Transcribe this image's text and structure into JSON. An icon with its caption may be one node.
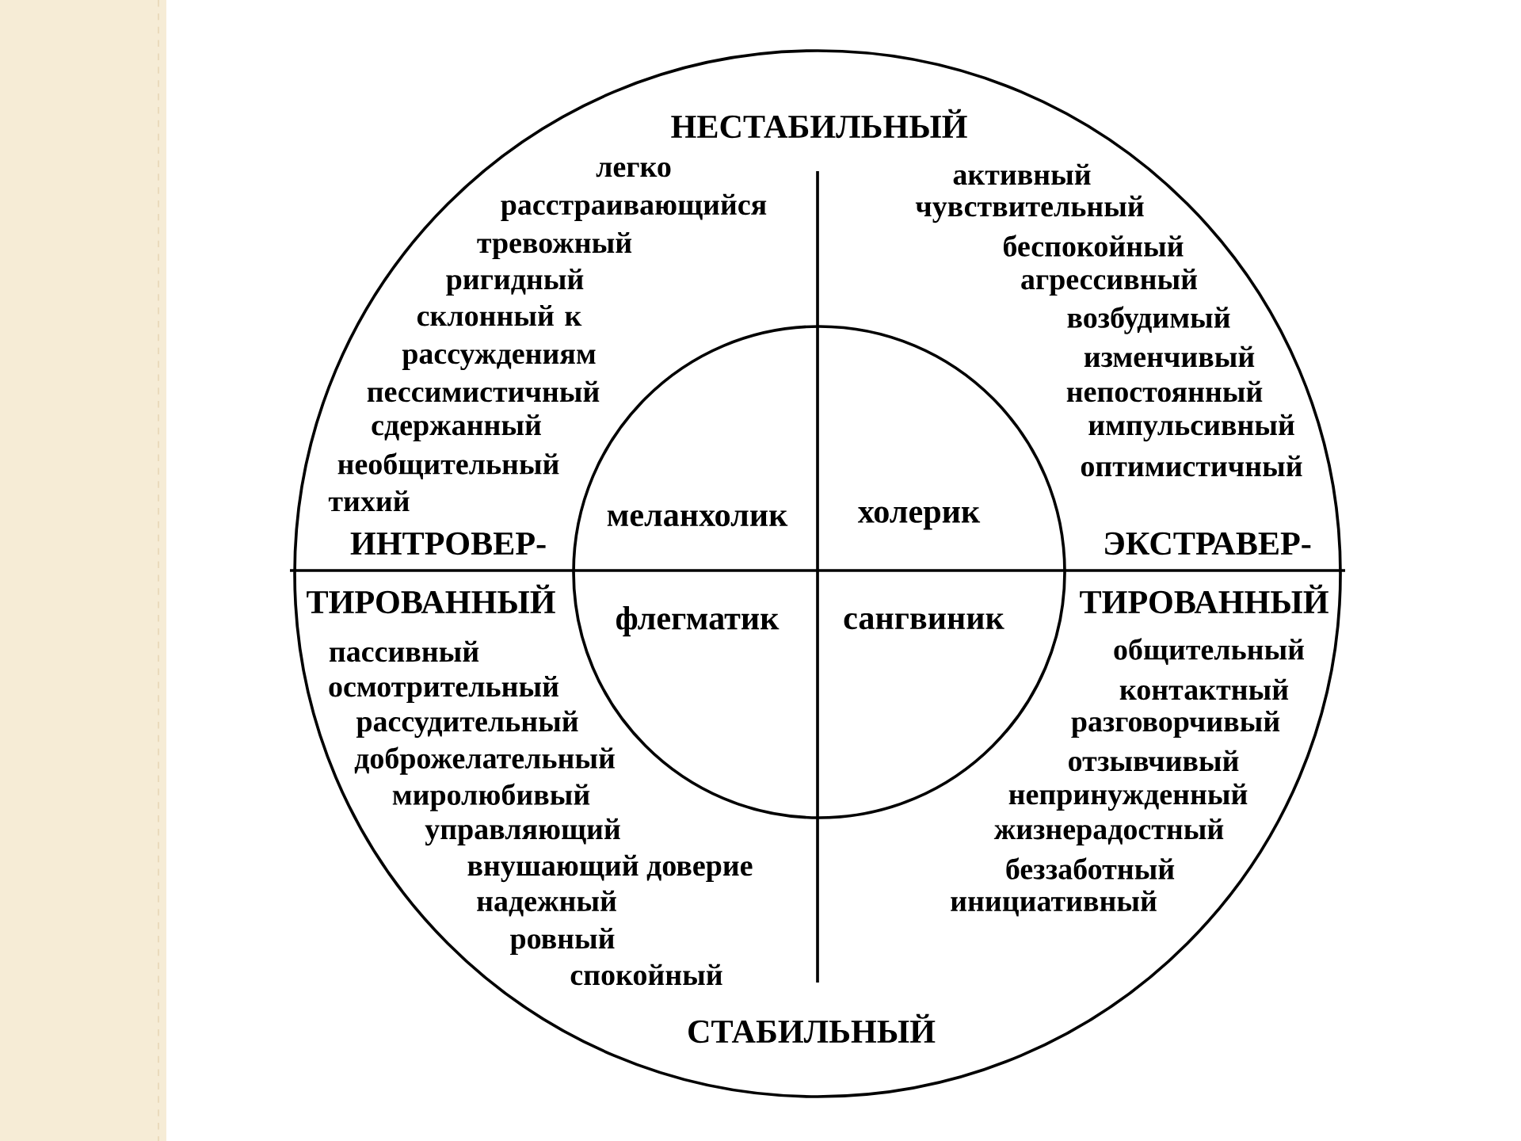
{
  "diagram": {
    "nodes": [
      {
        "text": [],
        "shape": "circle"
      },
      {
        "text": [
          "меланхолик",
          "холерик",
          "флегматик",
          "сангвиник"
        ],
        "in": 0
      }
    ],
    "edges": [],
    "labels": [
      "НЕСТАБИЛЬНЫЙ",
      "легко расстраивающийся",
      "тревожный",
      "ригидный",
      "склонный к рассуждениям",
      "пессимистичный",
      "сдержанный",
      "необщительный",
      "тихий",
      "активный",
      "чувствительный",
      "беспокойный",
      "агрессивный",
      "возбудимый",
      "изменчивый",
      "непостоянный",
      "импульсивный",
      "оптимистичный",
      "ИНТРОВЕР-",
      "ЭКСТРАВЕР-",
      "ТИРОВАННЫЙ",
      "ТИРОВАННЫЙ",
      "пассивный",
      "осмотрительный",
      "рассудительный",
      "доброжелательный",
      "миролюбивый",
      "управляющий",
      "внушающий доверие",
      "надежный",
      "ровный",
      "спокойный",
      "общительный",
      "контактный",
      "разговорчивый",
      "отзывчивый",
      "непринужденный",
      "жизнерадостный",
      "беззаботный",
      "инициативный",
      "СТАБИЛЬНЫЙ"
    ]
  }
}
